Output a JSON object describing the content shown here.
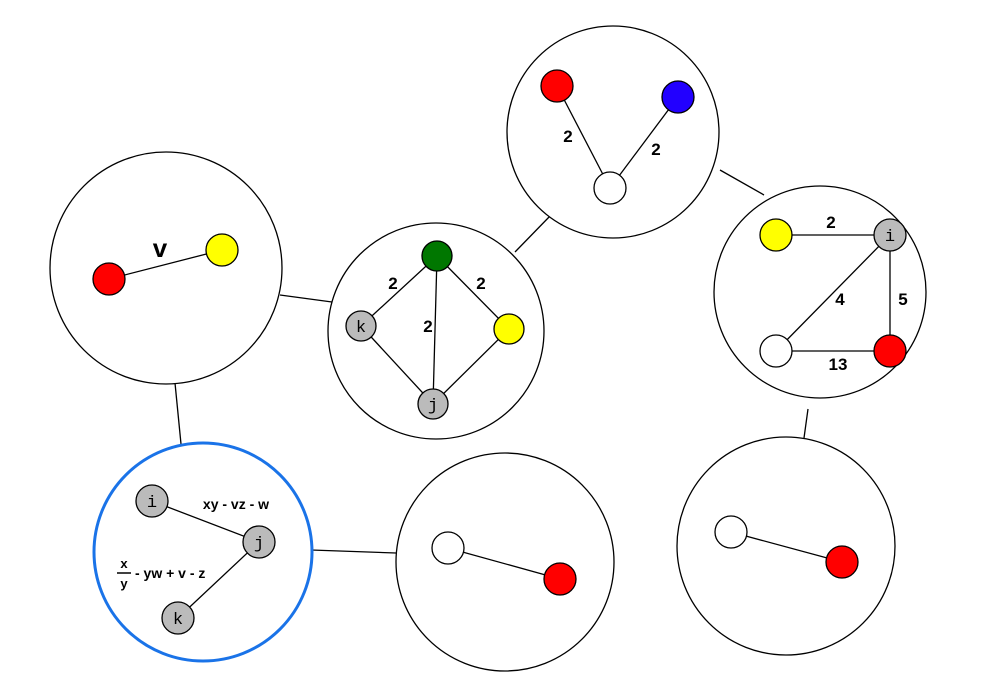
{
  "colors": {
    "red": "#ff0000",
    "blue": "#2200ff",
    "yellow": "#ffff00",
    "green": "#007700",
    "gray": "#bbbbbb",
    "white": "#ffffff",
    "selected_border": "#1a73e8"
  },
  "cluster_v": {
    "label": "v"
  },
  "cluster_top": {
    "weights": [
      "2",
      "2"
    ]
  },
  "cluster_mid": {
    "node_k": "k",
    "node_j": "j",
    "weights": [
      "2",
      "2",
      "2"
    ]
  },
  "cluster_right": {
    "node_i": "i",
    "weights": [
      "2",
      "4",
      "5",
      "13"
    ]
  },
  "cluster_selected": {
    "node_i": "i",
    "node_j": "j",
    "node_k": "k",
    "edge_ij_label": "xy - vz - w",
    "edge_jk_numerator": "x",
    "edge_jk_denominator": "y",
    "edge_jk_rest": "- yw + v - z"
  }
}
